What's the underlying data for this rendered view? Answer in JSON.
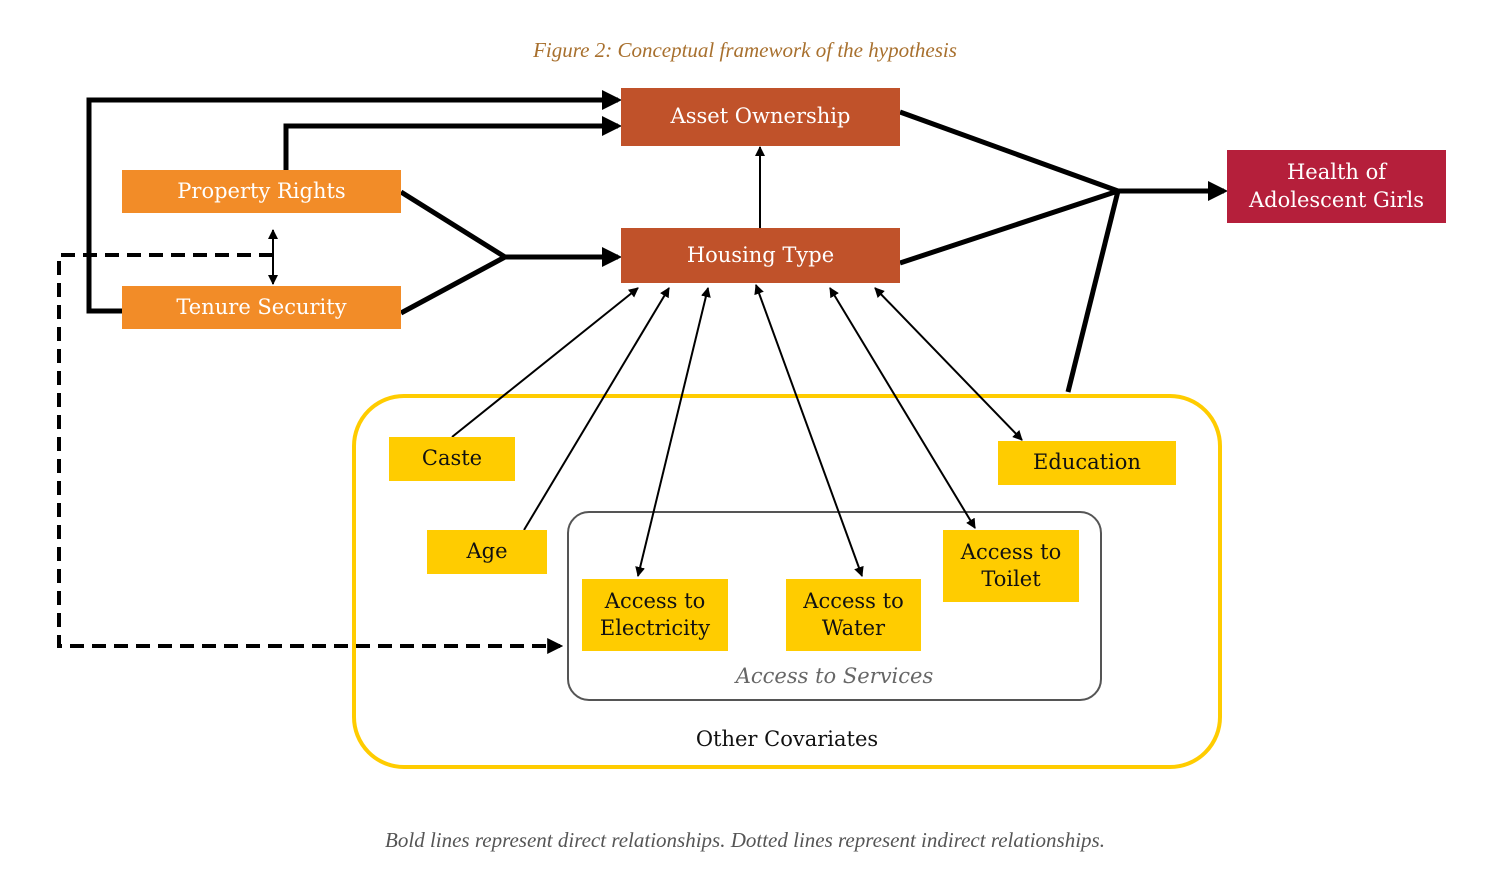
{
  "figure": {
    "title": "Figure 2: Conceptual framework of the hypothesis",
    "caption": "Bold lines represent direct relationships. Dotted lines represent indirect relationships."
  },
  "colors": {
    "title": "#a8702e",
    "tenure_nodes": "#f28c28",
    "mediator_nodes": "#c0522a",
    "outcome_node": "#b51f3b",
    "covariate_nodes": "#ffcc00",
    "covariates_group_border": "#ffcc00",
    "services_group_border": "#555555"
  },
  "nodes": {
    "property_rights": "Property Rights",
    "tenure_security": "Tenure Security",
    "asset_ownership": "Asset Ownership",
    "housing_type": "Housing Type",
    "health_line1": "Health of",
    "health_line2": "Adolescent Girls",
    "caste": "Caste",
    "age": "Age",
    "education": "Education",
    "electricity_line1": "Access to",
    "electricity_line2": "Electricity",
    "water_line1": "Access to",
    "water_line2": "Water",
    "toilet_line1": "Access to",
    "toilet_line2": "Toilet"
  },
  "groups": {
    "services_label": "Access to Services",
    "covariates_label": "Other Covariates"
  },
  "edges": [
    {
      "from": "tenure_security",
      "to": "asset_ownership",
      "style": "bold"
    },
    {
      "from": "property_rights",
      "to": "asset_ownership",
      "style": "bold"
    },
    {
      "from": "property_rights",
      "to": "housing_type",
      "style": "bold"
    },
    {
      "from": "tenure_security",
      "to": "housing_type",
      "style": "bold"
    },
    {
      "from": "property_rights",
      "to": "tenure_security",
      "style": "thin-bidirectional"
    },
    {
      "from": "housing_type",
      "to": "asset_ownership",
      "style": "thin"
    },
    {
      "from": "asset_ownership",
      "to": "health_of_adolescent_girls",
      "style": "bold"
    },
    {
      "from": "housing_type",
      "to": "health_of_adolescent_girls",
      "style": "bold"
    },
    {
      "from": "other_covariates",
      "to": "health_of_adolescent_girls",
      "style": "bold"
    },
    {
      "from": "caste",
      "to": "housing_type",
      "style": "thin"
    },
    {
      "from": "age",
      "to": "housing_type",
      "style": "thin"
    },
    {
      "from": "housing_type",
      "to": "access_to_electricity",
      "style": "thin-bidirectional"
    },
    {
      "from": "housing_type",
      "to": "access_to_water",
      "style": "thin-bidirectional"
    },
    {
      "from": "housing_type",
      "to": "access_to_toilet",
      "style": "thin-bidirectional"
    },
    {
      "from": "housing_type",
      "to": "education",
      "style": "thin-bidirectional"
    },
    {
      "from": "property_rights_tenure_security",
      "to": "access_to_services",
      "style": "dotted"
    }
  ]
}
